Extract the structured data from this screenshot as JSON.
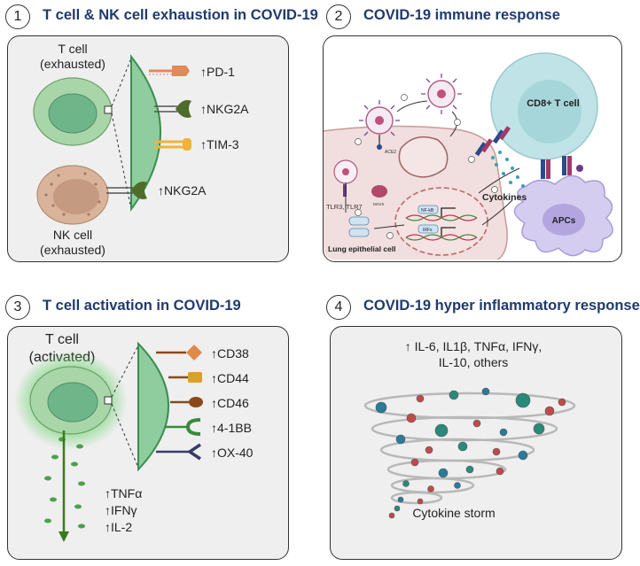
{
  "panels": [
    {
      "number": "1",
      "title": "T cell & NK cell exhaustion in COVID-19"
    },
    {
      "number": "2",
      "title": "COVID-19 immune response"
    },
    {
      "number": "3",
      "title": "T cell activation in COVID-19"
    },
    {
      "number": "4",
      "title": "COVID-19 hyper inflammatory response"
    }
  ],
  "panel1": {
    "tcell_label_line1": "T cell",
    "tcell_label_line2": "(exhausted)",
    "nk_label_line1": "NK cell",
    "nk_label_line2": "(exhausted)",
    "markers": [
      "↑PD-1",
      "↑NKG2A",
      "↑TIM-3"
    ],
    "nk_marker": "↑NKG2A",
    "colors": {
      "pd1": "#e0895a",
      "nkg2a": "#4f6b2a",
      "tim3": "#f0b43a"
    }
  },
  "panel2": {
    "cd8_label": "CD8+ T cell",
    "cytokines_label": "Cytokines",
    "apcs_label": "APCs",
    "lung_label": "Lung epithelial cell",
    "tlr_label": "TLR3, TLR7",
    "ace2_label": "ACE2",
    "mavs_label": "MAVS",
    "nfkb_label": "NF-kB",
    "irfs_label": "IRFs"
  },
  "panel3": {
    "tcell_label_line1": "T cell",
    "tcell_label_line2": "(activated)",
    "markers": [
      "↑CD38",
      "↑CD44",
      "↑CD46",
      "↑4-1BB",
      "↑OX-40"
    ],
    "cytokines": [
      "↑TNFα",
      "↑IFNγ",
      "↑IL-2"
    ],
    "colors": {
      "cd38": "#e08a4a",
      "cd44": "#d9a12a",
      "cd46": "#8a4a1a",
      "bb41": "#3a8a3a",
      "ox40": "#3a3a6a"
    }
  },
  "panel4": {
    "cytokines_line1": "↑ IL-6, IL1β, TNFα, IFNγ,",
    "cytokines_line2": "IL-10, others",
    "storm_label": "Cytokine storm"
  }
}
